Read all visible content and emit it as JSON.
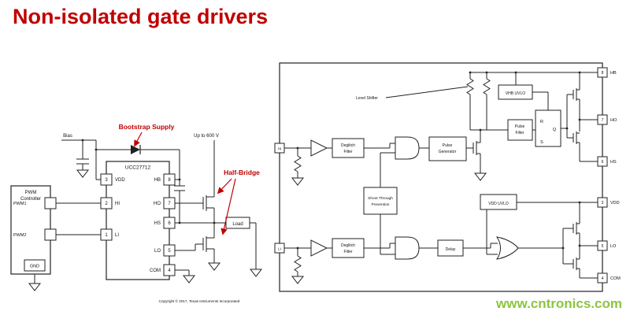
{
  "title": "Non-isolated gate drivers",
  "watermark": "www.cntronics.com",
  "colors": {
    "accent_red": "#c00000",
    "watermark_green": "#8bc53f"
  },
  "left": {
    "bias": "Bias",
    "bootstrap_supply": "Bootstrap Supply",
    "up_to_600v": "Up to 600 V",
    "half_bridge": "Half-Bridge",
    "chip_name": "UCC27712",
    "pwm": {
      "l1": "PWM",
      "l2": "Controller",
      "pwm1": "PWM1",
      "pwm2": "PWM2",
      "gnd": "GND"
    },
    "load": "Load",
    "pins_left": [
      {
        "num": "3",
        "name": "VDD"
      },
      {
        "num": "2",
        "name": "HI"
      },
      {
        "num": "1",
        "name": "LI"
      }
    ],
    "pins_right": [
      {
        "num": "8",
        "name": "HB"
      },
      {
        "num": "7",
        "name": "HO"
      },
      {
        "num": "6",
        "name": "HS"
      },
      {
        "num": "5",
        "name": "LO"
      },
      {
        "num": "4",
        "name": "COM"
      }
    ],
    "copyright": "Copyright © 2017, Texas Instruments Incorporated"
  },
  "right": {
    "pins_left": [
      {
        "name": "HI"
      },
      {
        "name": "LI"
      }
    ],
    "pins_right": [
      {
        "num": "8",
        "name": "HB"
      },
      {
        "num": "7",
        "name": "HO"
      },
      {
        "num": "6",
        "name": "HS"
      },
      {
        "num": "3",
        "name": "VDD"
      },
      {
        "num": "5",
        "name": "LO"
      },
      {
        "num": "4",
        "name": "COM"
      }
    ],
    "blocks": {
      "deglitch_l1": "Deglitch",
      "deglitch_l2": "Filter",
      "shoot_l1": "Shoot Through",
      "shoot_l2": "Prevention",
      "pulse_gen_l1": "Pulse",
      "pulse_gen_l2": "Generator",
      "level_shifter": "Level Shifter",
      "vhb_uvlo": "VHB UVLO",
      "pulse_filter_l1": "Pulse",
      "pulse_filter_l2": "Filter",
      "vdd_uvlo": "VDD UVLO",
      "delay": "Delay",
      "latch_r": "R",
      "latch_s": "S",
      "latch_q": "Q"
    }
  }
}
